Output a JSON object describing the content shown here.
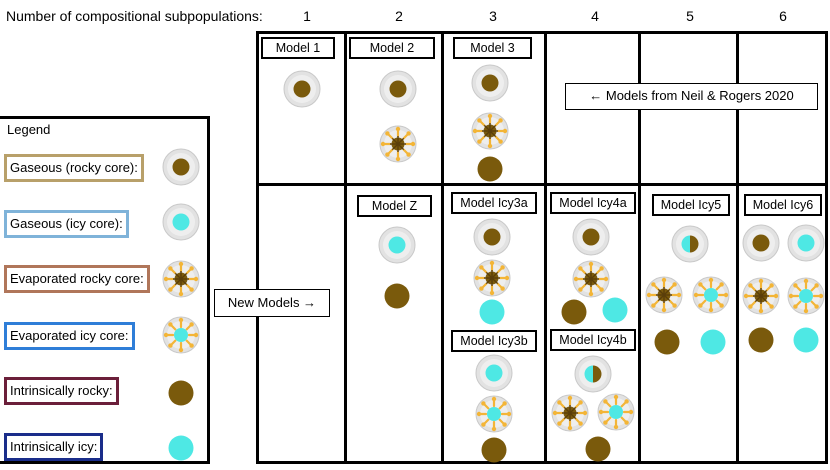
{
  "header": {
    "label": "Number of compositional subpopulations:",
    "columns": [
      "1",
      "2",
      "3",
      "4",
      "5",
      "6"
    ]
  },
  "models": {
    "model1": "Model 1",
    "model2": "Model 2",
    "model3": "Model 3",
    "modelZ": "Model Z",
    "icy3a": "Model Icy3a",
    "icy3b": "Model Icy3b",
    "icy4a": "Model Icy4a",
    "icy4b": "Model Icy4b",
    "icy5": "Model Icy5",
    "icy6": "Model Icy6"
  },
  "annotations": {
    "neil_rogers": "← Models from Neil & Rogers 2020",
    "new_models": "New Models →"
  },
  "legend": {
    "title": "Legend",
    "items": [
      {
        "label": "Gaseous (rocky core):",
        "icon": "gaseous-rocky-icon",
        "border": "#b8a06a"
      },
      {
        "label": "Gaseous (icy core):",
        "icon": "gaseous-icy-icon",
        "border": "#7fb3d9"
      },
      {
        "label": "Evaporated rocky core:",
        "icon": "evaporated-rocky-icon",
        "border": "#b0765a"
      },
      {
        "label": "Evaporated icy core:",
        "icon": "evaporated-icy-icon",
        "border": "#2f7ed8"
      },
      {
        "label": "Intrinsically rocky:",
        "icon": "rocky-icon",
        "border": "#6b1f3a"
      },
      {
        "label": "Intrinsically icy:",
        "icon": "icy-icon",
        "border": "#1a2d8a"
      }
    ]
  },
  "colors": {
    "rocky": "#7a5a0c",
    "icy": "#4ee8e4",
    "envelope": "#e2e2e2",
    "rays": "#f3b537",
    "rocky_rays": "#5a3e0a",
    "grid": "#000000"
  }
}
